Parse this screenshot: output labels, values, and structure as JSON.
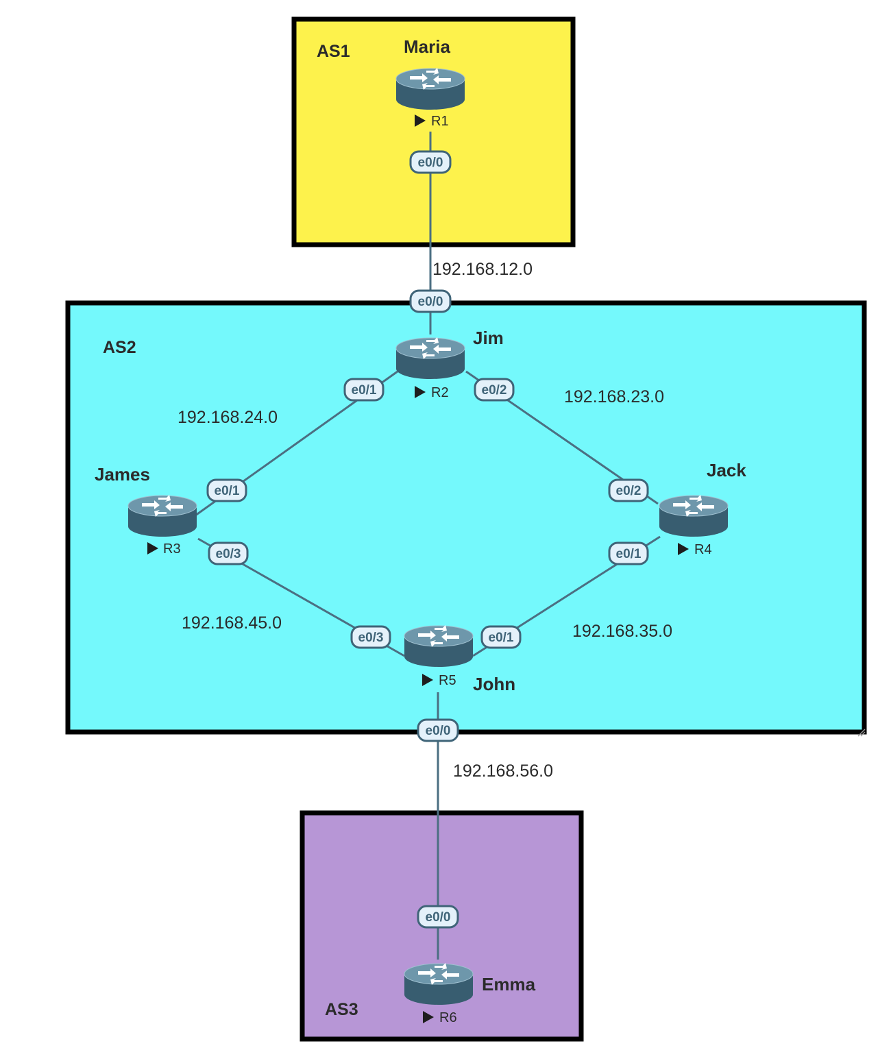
{
  "areas": {
    "as1": {
      "label": "AS1",
      "color": "#fdf24c"
    },
    "as2": {
      "label": "AS2",
      "color": "#74f9fc"
    },
    "as3": {
      "label": "AS3",
      "color": "#b796d6"
    }
  },
  "routers": {
    "r1": {
      "name": "Maria",
      "id": "R1"
    },
    "r2": {
      "name": "Jim",
      "id": "R2"
    },
    "r3": {
      "name": "James",
      "id": "R3"
    },
    "r4": {
      "name": "Jack",
      "id": "R4"
    },
    "r5": {
      "name": "John",
      "id": "R5"
    },
    "r6": {
      "name": "Emma",
      "id": "R6"
    }
  },
  "networks": {
    "n12": "192.168.12.0",
    "n23": "192.168.23.0",
    "n24": "192.168.24.0",
    "n35": "192.168.35.0",
    "n45": "192.168.45.0",
    "n56": "192.168.56.0"
  },
  "interfaces": {
    "r1_e00": "e0/0",
    "r2_e00": "e0/0",
    "r2_e01": "e0/1",
    "r2_e02": "e0/2",
    "r3_e01": "e0/1",
    "r3_e03": "e0/3",
    "r4_e02": "e0/2",
    "r4_e01": "e0/1",
    "r5_e03": "e0/3",
    "r5_e01": "e0/1",
    "r5_e00": "e0/0",
    "r6_e00": "e0/0"
  }
}
